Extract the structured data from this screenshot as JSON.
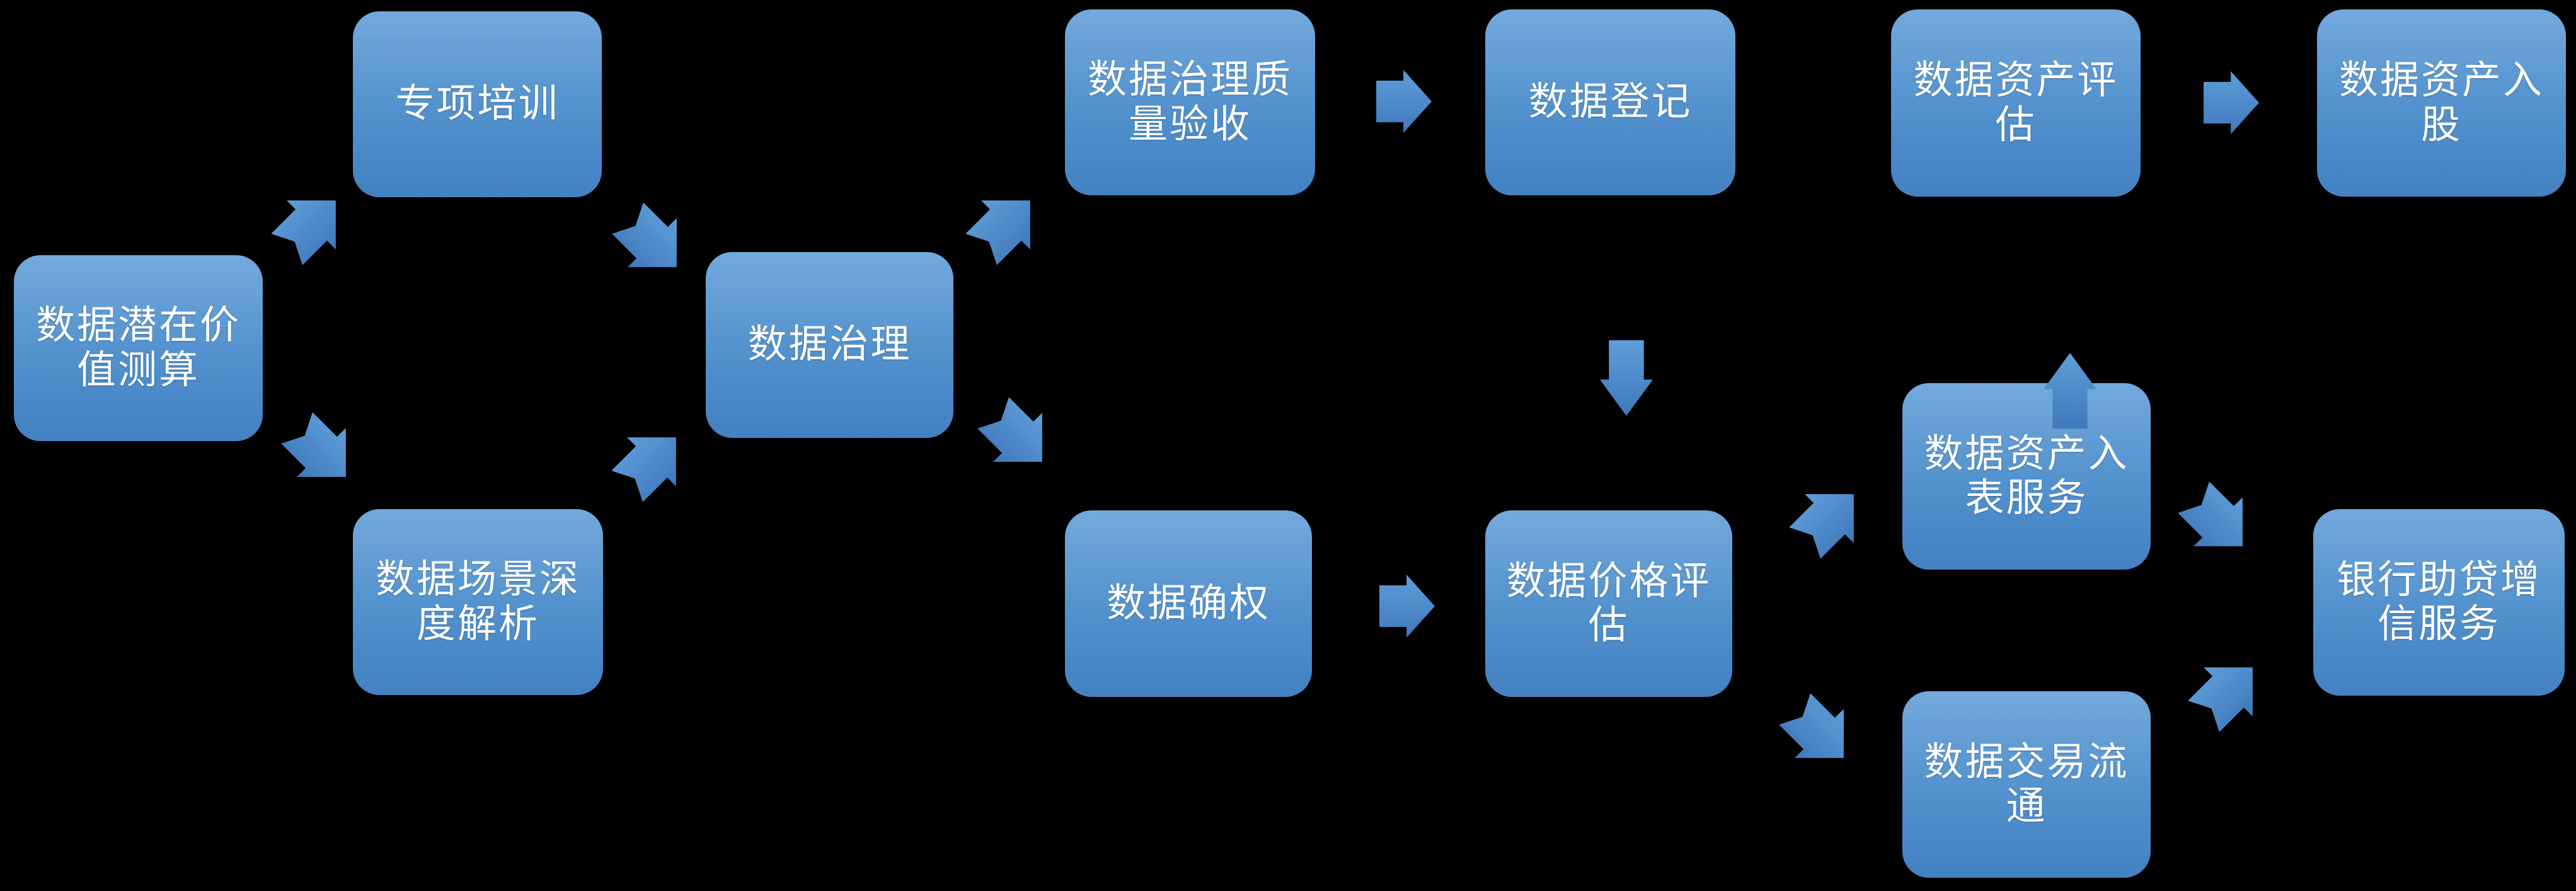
{
  "diagram": {
    "type": "flowchart",
    "colors": {
      "background": "#000000",
      "node-gradient-top": "#74a9dc",
      "node-gradient-mid": "#5191cd",
      "node-gradient-bottom": "#4381c2",
      "arrow-gradient-top": "#5f9ed9",
      "arrow-gradient-bottom": "#3f78bb",
      "text": "#ffffff"
    },
    "nodes": [
      {
        "id": "data-potential-value",
        "label": "数据潜在价\n值测算"
      },
      {
        "id": "special-training",
        "label": "专项培训"
      },
      {
        "id": "data-scenario-analysis",
        "label": "数据场景深\n度解析"
      },
      {
        "id": "data-governance",
        "label": "数据治理"
      },
      {
        "id": "governance-quality-acceptance",
        "label": "数据治理质\n量验收"
      },
      {
        "id": "data-registration",
        "label": "数据登记"
      },
      {
        "id": "data-rights-confirmation",
        "label": "数据确权"
      },
      {
        "id": "data-price-evaluation",
        "label": "数据价格评\n估"
      },
      {
        "id": "data-asset-entry-service",
        "label": "数据资产入\n表服务"
      },
      {
        "id": "data-trading-circulation",
        "label": "数据交易流\n通"
      },
      {
        "id": "data-asset-valuation",
        "label": "数据资产评\n估"
      },
      {
        "id": "data-asset-equity",
        "label": "数据资产入\n股"
      },
      {
        "id": "bank-loan-credit-enhancement",
        "label": "银行助贷增\n信服务"
      }
    ],
    "connections": [
      {
        "from": "data-potential-value",
        "to": "special-training",
        "direction": "up-right"
      },
      {
        "from": "data-potential-value",
        "to": "data-scenario-analysis",
        "direction": "down-right"
      },
      {
        "from": "special-training",
        "to": "data-governance",
        "direction": "down-right"
      },
      {
        "from": "data-scenario-analysis",
        "to": "data-governance",
        "direction": "up-right"
      },
      {
        "from": "data-governance",
        "to": "governance-quality-acceptance",
        "direction": "up-right"
      },
      {
        "from": "data-governance",
        "to": "data-rights-confirmation",
        "direction": "down-right"
      },
      {
        "from": "governance-quality-acceptance",
        "to": "data-registration",
        "direction": "right"
      },
      {
        "from": "data-registration",
        "to": "data-price-evaluation",
        "direction": "down"
      },
      {
        "from": "data-rights-confirmation",
        "to": "data-price-evaluation",
        "direction": "right"
      },
      {
        "from": "data-price-evaluation",
        "to": "data-asset-entry-service",
        "direction": "up-right"
      },
      {
        "from": "data-price-evaluation",
        "to": "data-trading-circulation",
        "direction": "down-right"
      },
      {
        "from": "data-asset-entry-service",
        "to": "data-asset-valuation",
        "direction": "up"
      },
      {
        "from": "data-asset-valuation",
        "to": "data-asset-equity",
        "direction": "right"
      },
      {
        "from": "data-asset-entry-service",
        "to": "bank-loan-credit-enhancement",
        "direction": "down-right"
      },
      {
        "from": "data-trading-circulation",
        "to": "bank-loan-credit-enhancement",
        "direction": "up-right"
      }
    ]
  }
}
